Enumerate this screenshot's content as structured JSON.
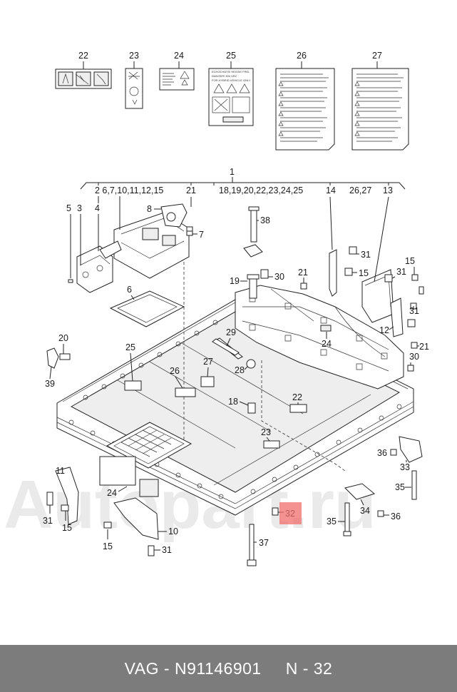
{
  "watermark": "Autopart.ru",
  "footer": {
    "brand_part": "VAG - N91146901",
    "position_ref": "N - 32"
  },
  "highlight_color": "#f06e6e",
  "callouts": {
    "c22a": "22",
    "c23a": "23",
    "c24a": "24",
    "c25a": "25",
    "c26a": "26",
    "c27a": "27",
    "c1": "1",
    "group_a": "2 6,7,10,11,12,15",
    "c21a": "21",
    "group_b": "18,19,20,22,23,24,25",
    "c14": "14",
    "group_c": "26,27",
    "c13": "13",
    "c5": "5",
    "c3": "3",
    "c4": "4",
    "c8": "8",
    "c7": "7",
    "c38": "38",
    "c31a": "31",
    "c15a": "15",
    "c31b": "31",
    "c15b": "15",
    "c19": "19",
    "c30a": "30",
    "c21b": "21",
    "c6": "6",
    "c31c": "31",
    "c12": "12",
    "c20": "20",
    "c29": "29",
    "c21c": "21",
    "c30b": "30",
    "c25b": "25",
    "c24b": "24",
    "c39": "39",
    "c28": "28",
    "c27b": "27",
    "c26b": "26",
    "c18": "18",
    "c22b": "22",
    "c23b": "23",
    "c36a": "36",
    "c33": "33",
    "c35a": "35",
    "c11": "11",
    "c24c": "24",
    "c34": "34",
    "c36b": "36",
    "c31d": "31",
    "c15c": "15",
    "c32": "32",
    "c35b": "35",
    "c10": "10",
    "c15d": "15",
    "c31e": "31",
    "c37": "37"
  },
  "labels": {
    "label25_line1": "ECHOCHÄTS! HEISSE FREL",
    "label25_line2": "DANGER! 400 VDC",
    "label25_line3": "FOR HYBRID VEHICLE ONLY"
  }
}
